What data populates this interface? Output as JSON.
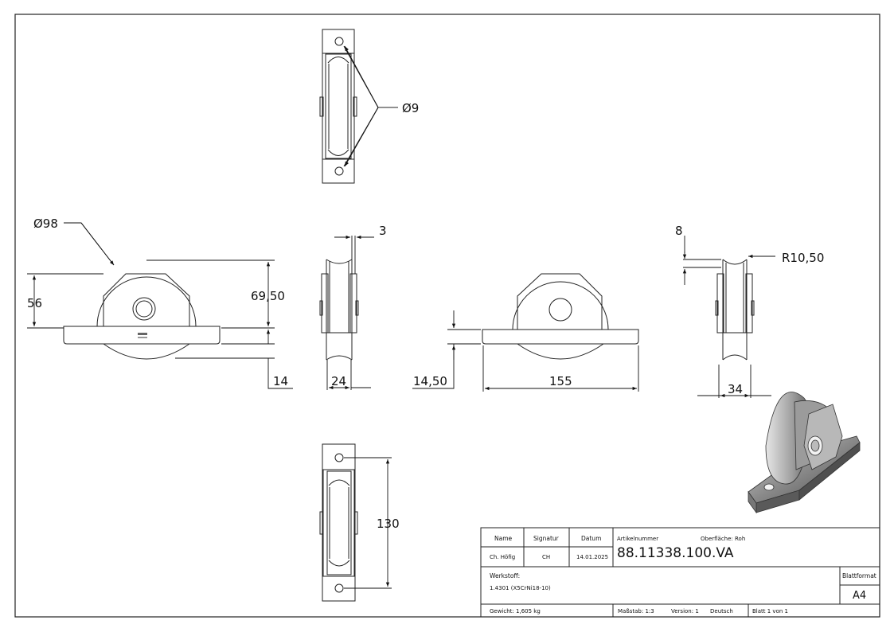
{
  "dimensions": {
    "top_hole_dia": "Ø9",
    "wheel_dia": "Ø98",
    "height_56": "56",
    "height_69_50": "69,50",
    "base_14": "14",
    "width_24": "24",
    "thick_3": "3",
    "h_14_50": "14,50",
    "length_155": "155",
    "groove_8": "8",
    "radius": "R10,50",
    "width_34": "34",
    "hole_dist_130": "130"
  },
  "title_block": {
    "name_label": "Name",
    "signatur_label": "Signatur",
    "datum_label": "Datum",
    "name_value": "Ch. Höfig",
    "signatur_value": "CH",
    "datum_value": "14.01.2025",
    "artikel_label": "Artikelnummer",
    "oberflaeche": "Oberfläche:  Roh",
    "artikel_value": "88.11338.100.VA",
    "werkstoff_label": "Werkstoff:",
    "werkstoff_value": "1.4301 (X5CrNi18-10)",
    "blattformat_label": "Blattformat",
    "blattformat_value": "A4",
    "gewicht": "Gewicht: 1,605 kg",
    "massstab": "Maßstab: 1:3",
    "version": "Version: 1",
    "sprache": "Deutsch",
    "blatt": "Blatt 1 von 1"
  },
  "colors": {
    "line": "#222222",
    "shade": "#9a9a9a"
  }
}
